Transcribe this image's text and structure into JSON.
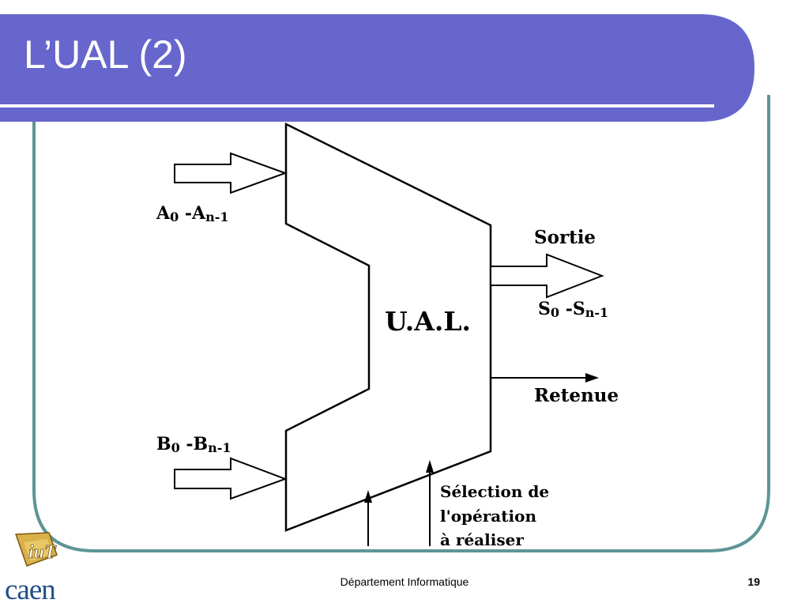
{
  "slide": {
    "title": "L’UAL (2)",
    "footer": "Département Informatique",
    "page_number": "19"
  },
  "logo": {
    "badge_text": "iuT",
    "text": "caen"
  },
  "diagram": {
    "block_label": "U.A.L.",
    "input_a": {
      "main": "A",
      "sub1": "0",
      "sep": " -A",
      "sub2": "n-1"
    },
    "input_b": {
      "main": "B",
      "sub1": "0",
      "sep": " -B",
      "sub2": "n-1"
    },
    "output_label": "Sortie",
    "output_bits": {
      "main": "S",
      "sub1": "0",
      "sep": " -S",
      "sub2": "n-1"
    },
    "carry_label": "Retenue",
    "selection_lines": [
      "Sélection de",
      "l'opération",
      "à réaliser"
    ]
  },
  "colors": {
    "header": "#6666cc",
    "frame": "#5e9595",
    "header_underline": "#ffffff"
  }
}
